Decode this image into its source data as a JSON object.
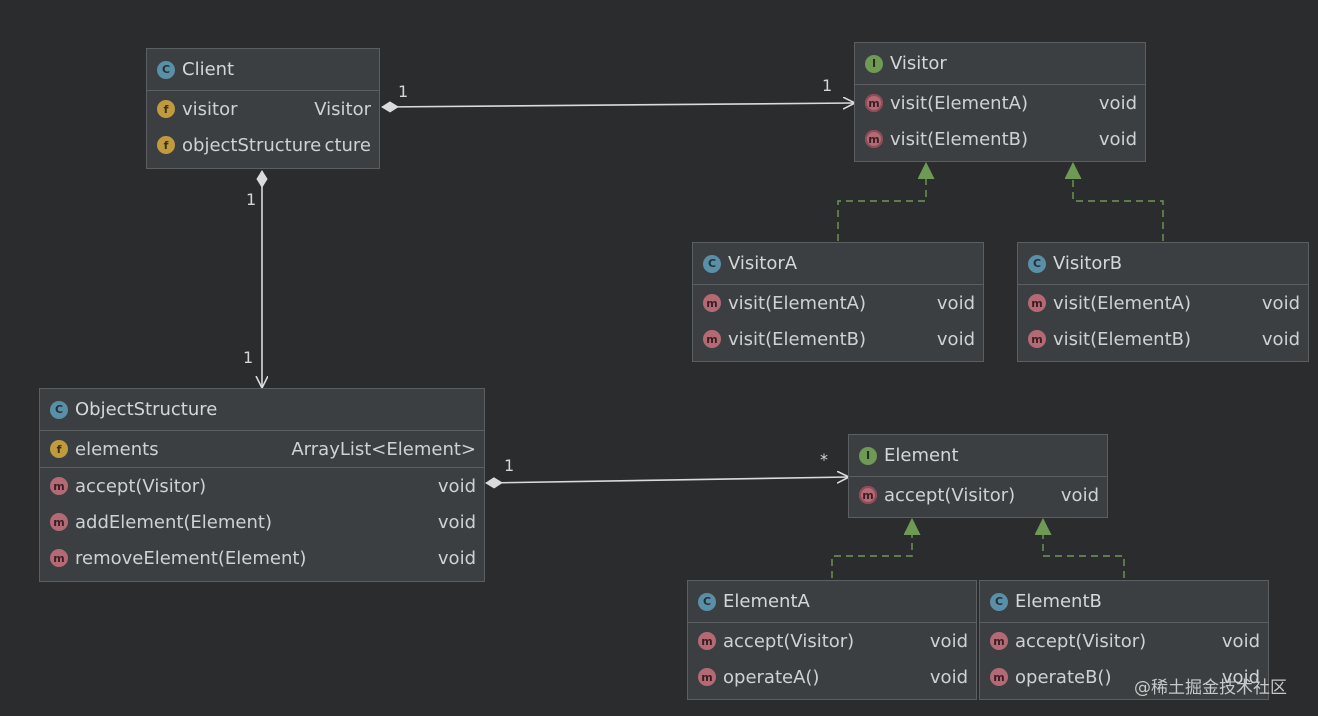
{
  "classes": {
    "client": {
      "name": "Client",
      "kind": "class",
      "fields": [
        {
          "name": "visitor",
          "type": "Visitor"
        },
        {
          "name": "objectStructure",
          "type": "cture"
        }
      ]
    },
    "visitor": {
      "name": "Visitor",
      "kind": "interface",
      "methods": [
        {
          "name": "visit(ElementA)",
          "type": "void"
        },
        {
          "name": "visit(ElementB)",
          "type": "void"
        }
      ]
    },
    "visitorA": {
      "name": "VisitorA",
      "kind": "class",
      "methods": [
        {
          "name": "visit(ElementA)",
          "type": "void"
        },
        {
          "name": "visit(ElementB)",
          "type": "void"
        }
      ]
    },
    "visitorB": {
      "name": "VisitorB",
      "kind": "class",
      "methods": [
        {
          "name": "visit(ElementA)",
          "type": "void"
        },
        {
          "name": "visit(ElementB)",
          "type": "void"
        }
      ]
    },
    "objectStructure": {
      "name": "ObjectStructure",
      "kind": "class",
      "fields": [
        {
          "name": "elements",
          "type": "ArrayList<Element>"
        }
      ],
      "methods": [
        {
          "name": "accept(Visitor)",
          "type": "void"
        },
        {
          "name": "addElement(Element)",
          "type": "void"
        },
        {
          "name": "removeElement(Element)",
          "type": "void"
        }
      ]
    },
    "element": {
      "name": "Element",
      "kind": "interface",
      "methods": [
        {
          "name": "accept(Visitor)",
          "type": "void"
        }
      ]
    },
    "elementA": {
      "name": "ElementA",
      "kind": "class",
      "methods": [
        {
          "name": "accept(Visitor)",
          "type": "void"
        },
        {
          "name": "operateA()",
          "type": "void"
        }
      ]
    },
    "elementB": {
      "name": "ElementB",
      "kind": "class",
      "methods": [
        {
          "name": "accept(Visitor)",
          "type": "void"
        },
        {
          "name": "operateB()",
          "type": "void"
        }
      ]
    }
  },
  "icons": {
    "class": "C",
    "interface": "I",
    "field": "f",
    "method": "m"
  },
  "edges": {
    "client_visitor": {
      "from": "client",
      "to": "visitor",
      "type": "aggregation",
      "source_mult": "1",
      "target_mult": "1"
    },
    "client_objectStructure": {
      "from": "client",
      "to": "objectStructure",
      "type": "aggregation",
      "source_mult": "1",
      "target_mult": "1"
    },
    "objectStructure_element": {
      "from": "objectStructure",
      "to": "element",
      "type": "aggregation",
      "source_mult": "1",
      "target_mult": "*"
    },
    "visitorA_visitor": {
      "from": "visitorA",
      "to": "visitor",
      "type": "realization"
    },
    "visitorB_visitor": {
      "from": "visitorB",
      "to": "visitor",
      "type": "realization"
    },
    "elementA_element": {
      "from": "elementA",
      "to": "element",
      "type": "realization"
    },
    "elementB_element": {
      "from": "elementB",
      "to": "element",
      "type": "realization"
    }
  },
  "watermark": "@稀土掘金技术社区",
  "colors": {
    "background": "#2b2c2d",
    "box": "#3c3f41",
    "border": "#5b5f62",
    "association": "#d9dbdd",
    "realization": "#6e9a56"
  }
}
